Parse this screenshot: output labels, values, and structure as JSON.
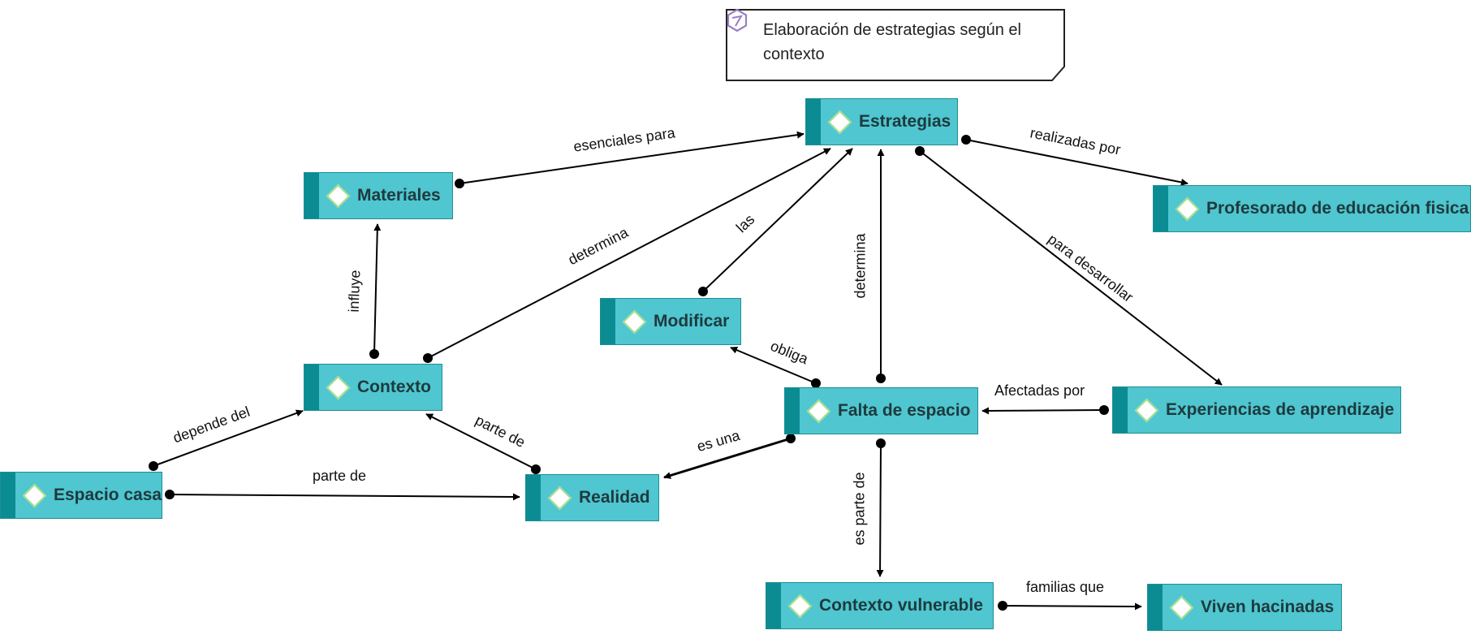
{
  "title": {
    "text": "Elaboración de estrategias según el contexto",
    "icon": "concept-map-icon"
  },
  "nodes": {
    "estrategias": "Estrategias",
    "materiales": "Materiales",
    "profesorado": "Profesorado de educación fisica",
    "modificar": "Modificar",
    "contexto": "Contexto",
    "falta_espacio": "Falta de espacio",
    "experiencias": "Experiencias de aprendizaje",
    "espacio_casa": "Espacio casa",
    "realidad": "Realidad",
    "contexto_vulnerable": "Contexto vulnerable",
    "viven_hacinadas": "Viven hacinadas"
  },
  "links": {
    "esenciales_para": "esenciales para",
    "realizadas_por": "realizadas por",
    "determina_contexto": "determina",
    "las": "las",
    "determina_falta": "determina",
    "para_desarrollar": "para desarrollar",
    "influye": "influye",
    "obliga": "obliga",
    "afectadas_por": "Afectadas por",
    "depende_del": "depende del",
    "parte_de_realidad": "parte de",
    "parte_de_casa": "parte de",
    "es_una": "es una",
    "es_parte_de": "es parte de",
    "familias_que": "familias que"
  },
  "colors": {
    "node_fill": "#4fc6d0",
    "node_bar": "#0b8c92",
    "node_border": "#1e8e96",
    "diamond_border": "#a6dd8d",
    "line": "#000000"
  }
}
